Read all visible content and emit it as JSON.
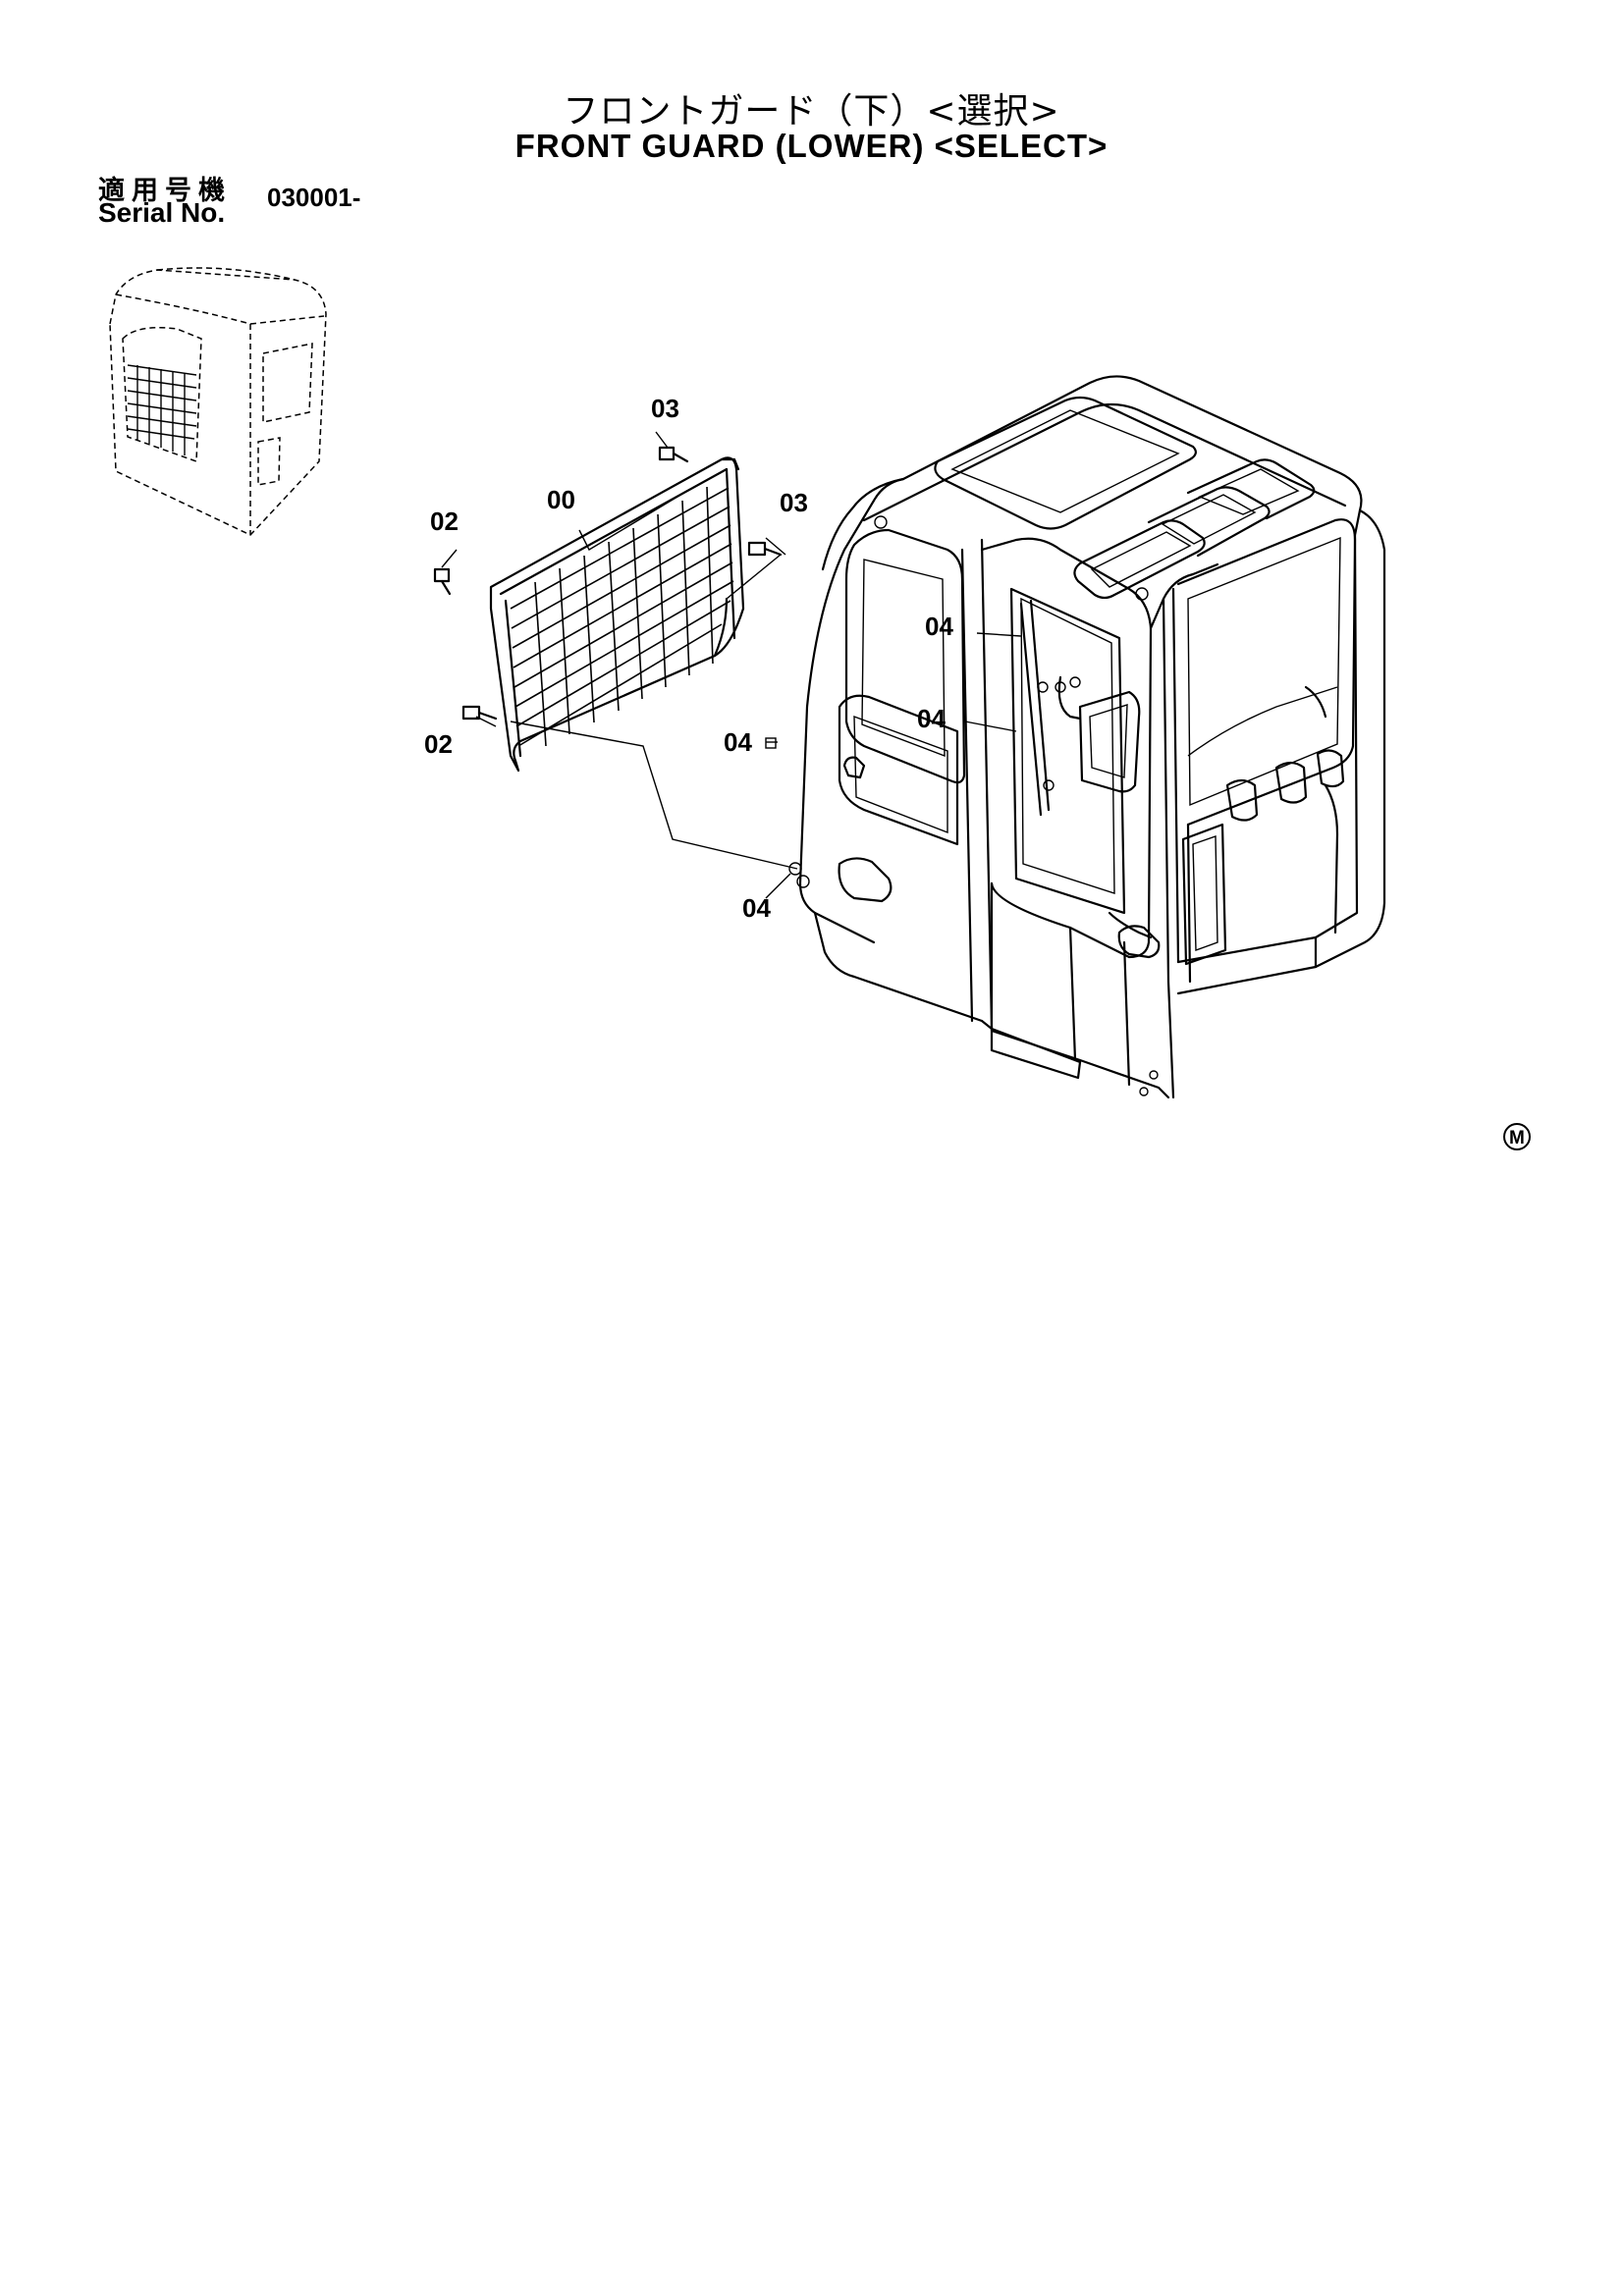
{
  "header": {
    "title_jp": "フロントガード（下）<選択>",
    "title_en": "FRONT GUARD (LOWER) <SELECT>"
  },
  "serial": {
    "label_jp": "適用号機",
    "label_en": "Serial No.",
    "value": "030001-"
  },
  "callouts": [
    "03",
    "00",
    "03",
    "02",
    "02",
    "04",
    "04",
    "04",
    "04"
  ],
  "mark": "M"
}
